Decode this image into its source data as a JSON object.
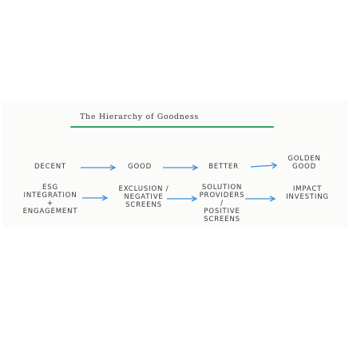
{
  "title": "The Hierarchy of Goodness",
  "row1": {
    "decent": "DECENT",
    "good": "GOOD",
    "better": "BETTER",
    "golden_good": "GOLDEN\nGOOD"
  },
  "row2": {
    "esg": "ESG\nINTEGRATION\n+\nENGAGEMENT",
    "exclusion": "EXCLUSION /\nNEGATIVE\nSCREENS",
    "solution": "SOLUTION\nPROVIDERS /\nPOSITIVE\nSCREENS",
    "impact": "IMPACT\nINVESTING"
  },
  "colors": {
    "arrow": "#3d8fd9",
    "title_underline": "#35a064",
    "ink": "#383838"
  }
}
